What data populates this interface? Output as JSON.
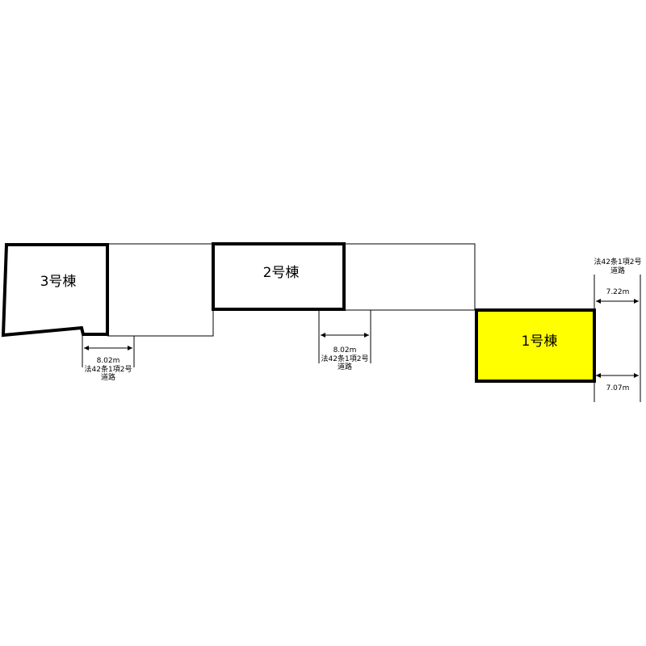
{
  "buildings": {
    "b3": {
      "label": "3号棟"
    },
    "b2": {
      "label": "2号棟"
    },
    "b1": {
      "label": "1号棟",
      "fill": "#ffff00"
    }
  },
  "dimensions": {
    "left": {
      "width": "8.02m",
      "road_line1": "法42条1項2号",
      "road_line2": "道路"
    },
    "middle": {
      "width": "8.02m",
      "road_line1": "法42条1項2号",
      "road_line2": "道路"
    },
    "right": {
      "road_line1": "法42条1項2号",
      "road_line2": "道路",
      "width_top": "7.22m",
      "width_bottom": "7.07m"
    }
  }
}
